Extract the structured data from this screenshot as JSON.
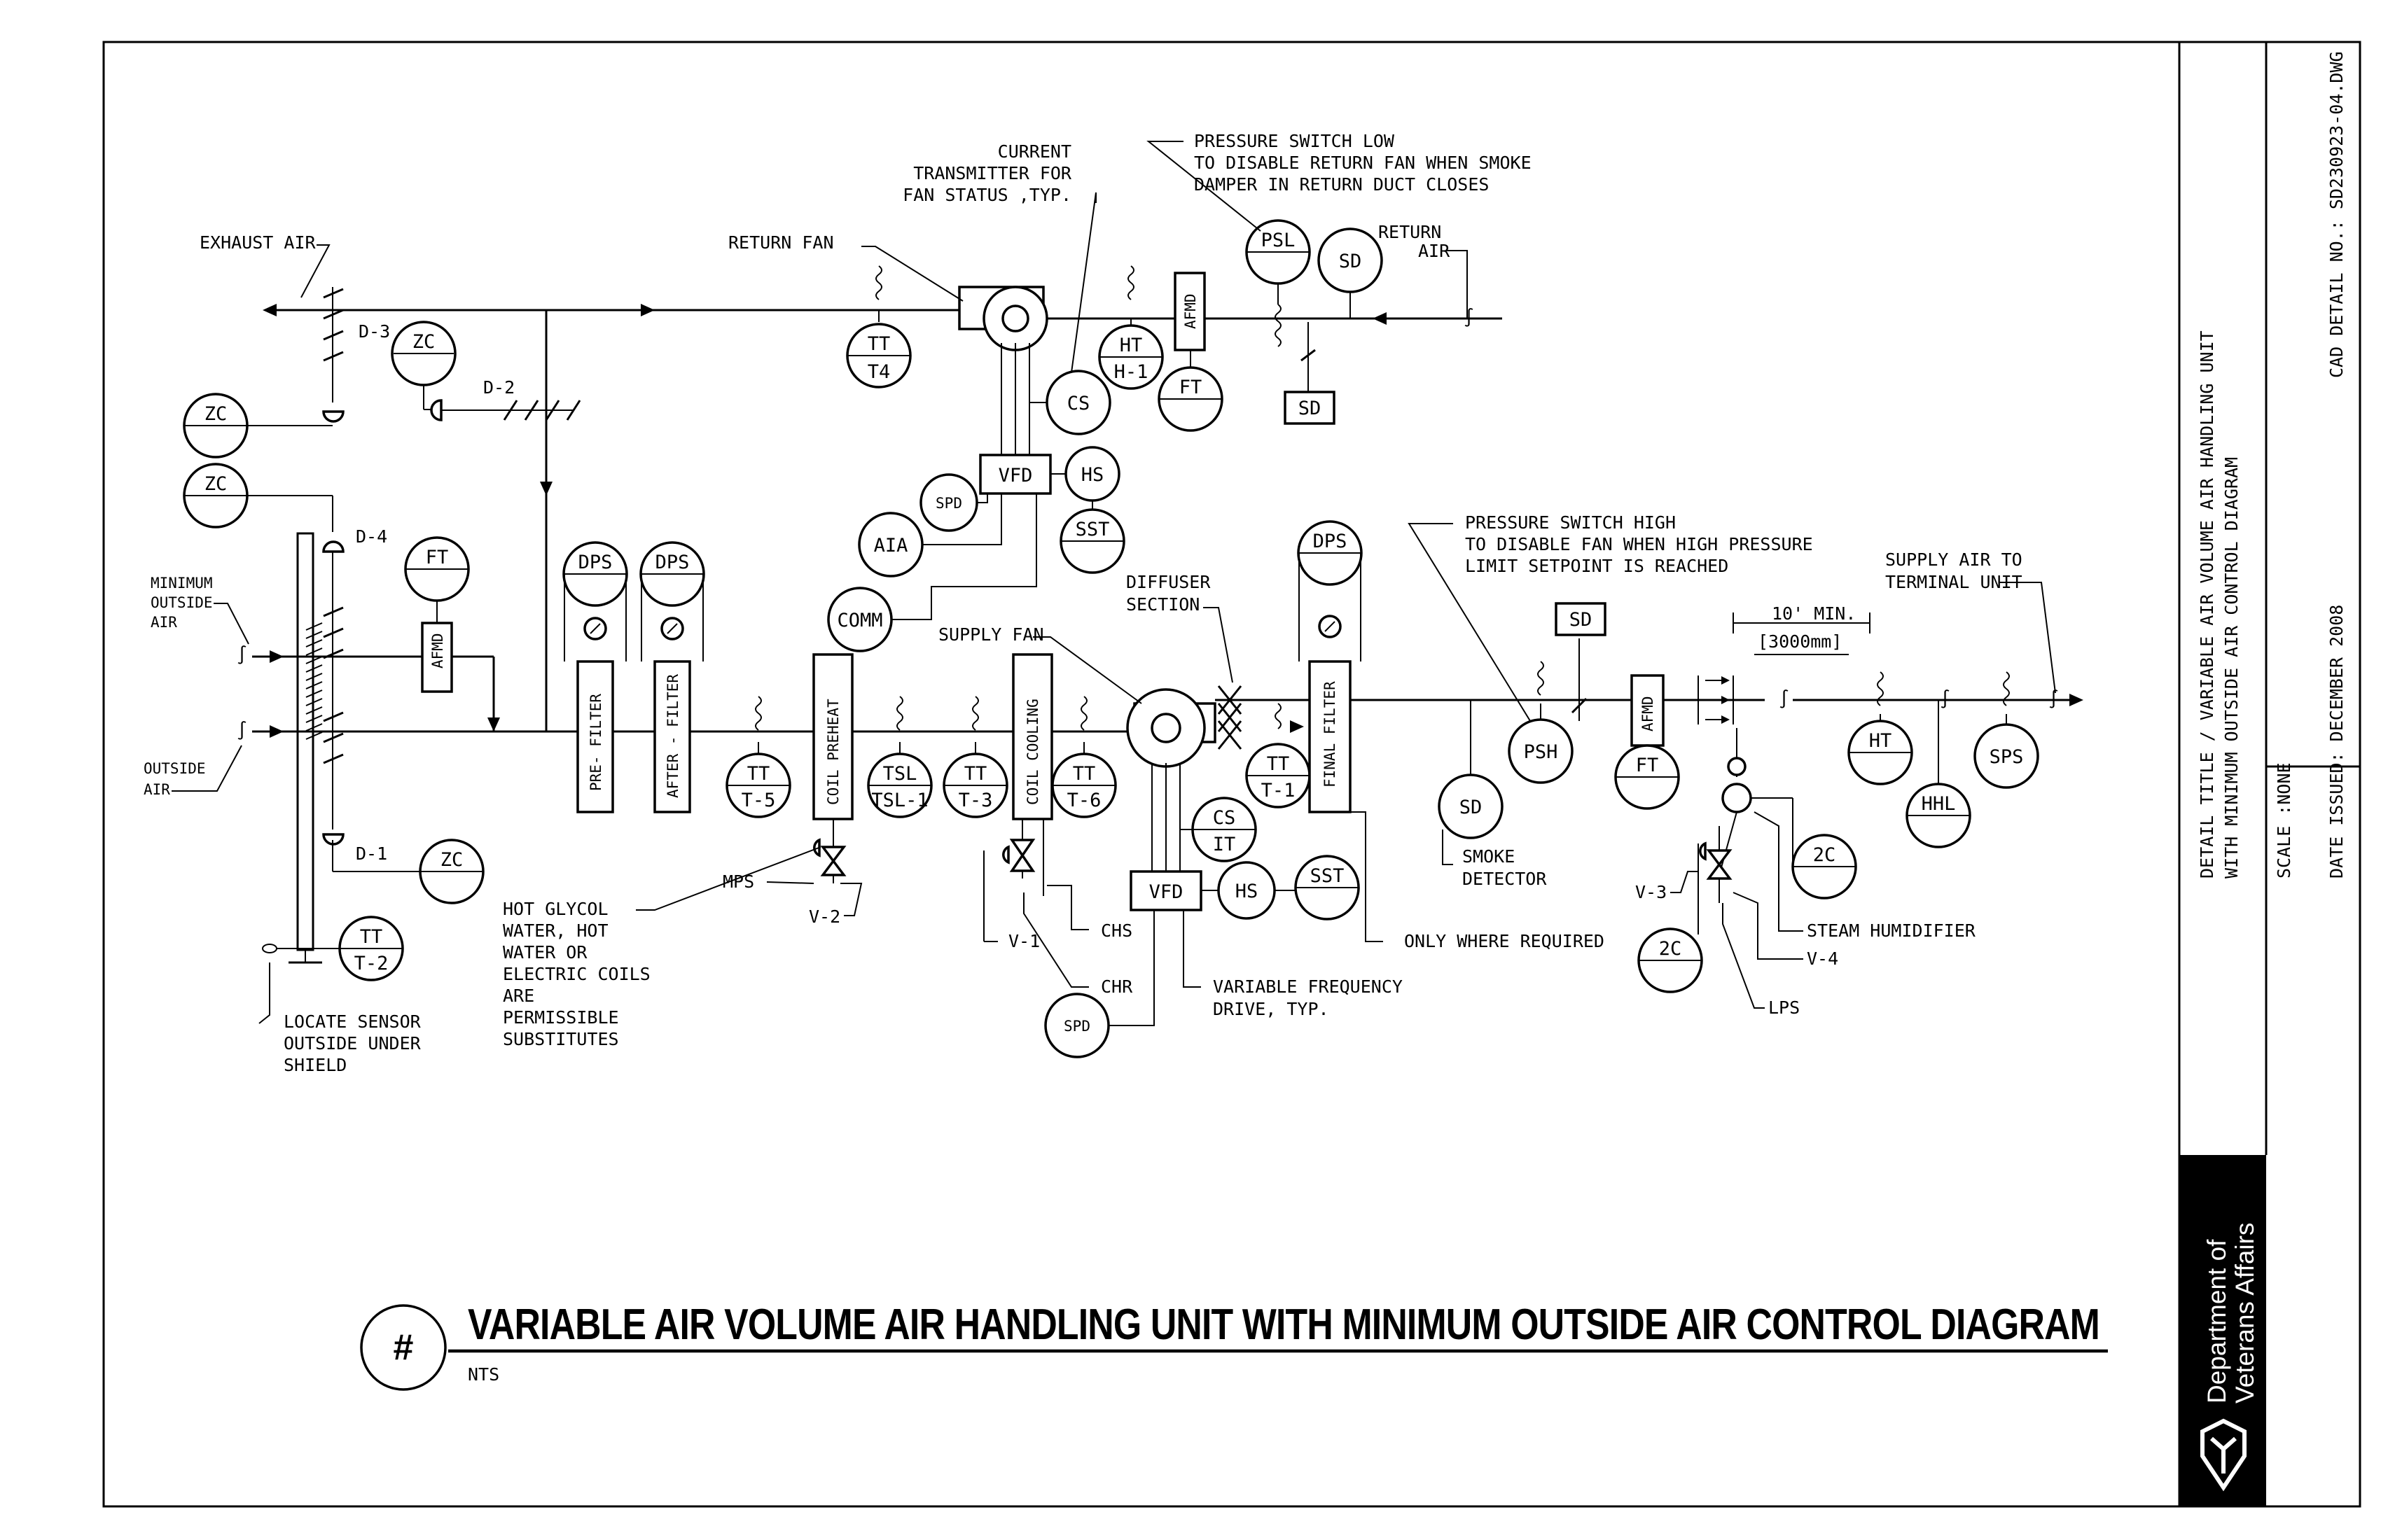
{
  "title": "VARIABLE AIR VOLUME AIR HANDLING UNIT WITH MINIMUM OUTSIDE AIR CONTROL DIAGRAM",
  "scale_note": "NTS",
  "detail_symbol": "#",
  "title_block": {
    "detail_title_line1": "DETAIL TITLE / VARIABLE AIR VOLUME AIR HANDLING UNIT",
    "detail_title_line2": "WITH MINIMUM OUTSIDE AIR CONTROL DIAGRAM",
    "scale": "SCALE :NONE",
    "date_issued": "DATE ISSUED: DECEMBER 2008",
    "cad_detail_no": "CAD DETAIL NO.: SD230923-04.DWG",
    "org_line1": "Department of",
    "org_line2": "Veterans Affairs"
  },
  "notes": {
    "exhaust_air": "EXHAUST AIR",
    "return_fan": "RETURN FAN",
    "current_tx_1": "CURRENT",
    "current_tx_2": "TRANSMITTER FOR",
    "current_tx_3": "FAN STATUS ,TYP.",
    "psl_1": "PRESSURE SWITCH LOW",
    "psl_2": "TO DISABLE RETURN FAN WHEN SMOKE",
    "psl_3": "DAMPER IN RETURN DUCT CLOSES",
    "return_air_1": "RETURN",
    "return_air_2": "AIR",
    "min_oa_1": "MINIMUM",
    "min_oa_2": "OUTSIDE",
    "min_oa_3": "AIR",
    "oa_1": "OUTSIDE",
    "oa_2": "AIR",
    "psh_1": "PRESSURE SWITCH HIGH",
    "psh_2": "TO DISABLE FAN WHEN HIGH PRESSURE",
    "psh_3": "LIMIT SETPOINT IS REACHED",
    "supply_air_1": "SUPPLY AIR TO",
    "supply_air_2": "TERMINAL UNIT",
    "diffuser_1": "DIFFUSER",
    "diffuser_2": "SECTION",
    "supply_fan": "SUPPLY FAN",
    "ten_min": "10' MIN.",
    "mm": "[3000mm]",
    "hot_glycol_1": "HOT GLYCOL",
    "hot_glycol_2": "WATER, HOT",
    "hot_glycol_3": "WATER OR",
    "hot_glycol_4": "ELECTRIC COILS",
    "hot_glycol_5": "ARE",
    "hot_glycol_6": "PERMISSIBLE",
    "hot_glycol_7": "SUBSTITUTES",
    "locate_1": "LOCATE SENSOR",
    "locate_2": "OUTSIDE UNDER",
    "locate_3": "SHIELD",
    "mps": "MPS",
    "v2": "V-2",
    "v1": "V-1",
    "chs": "CHS",
    "chr": "CHR",
    "vfd_note_1": "VARIABLE FREQUENCY",
    "vfd_note_2": "DRIVE, TYP.",
    "only_where": "ONLY WHERE REQUIRED",
    "smoke_1": "SMOKE",
    "smoke_2": "DETECTOR",
    "steam_hum": "STEAM HUMIDIFIER",
    "v4": "V-4",
    "v3": "V-3",
    "lps": "LPS",
    "d1": "D-1",
    "d2": "D-2",
    "d3": "D-3",
    "d4": "D-4"
  },
  "components": {
    "pre_filter": "PRE- FILTER",
    "after_filter": "AFTER - FILTER",
    "coil_preheat": "COIL PREHEAT",
    "coil_cooling": "COIL COOLING",
    "final_filter": "FINAL FILTER",
    "afmd": "AFMD",
    "vfd": "VFD"
  },
  "instruments": {
    "zc": "ZC",
    "ft": "FT",
    "tt": "TT",
    "t2": "T-2",
    "t3": "T-3",
    "t4": "T4",
    "t5": "T-5",
    "t6": "T-6",
    "t1": "T-1",
    "dps": "DPS",
    "ht": "HT",
    "h1": "H-1",
    "cs": "CS",
    "it": "IT",
    "hs": "HS",
    "sst": "SST",
    "spd": "SPD",
    "aia": "AIA",
    "comm": "COMM",
    "psl": "PSL",
    "sd": "SD",
    "tsl": "TSL",
    "tsl1": "TSL-1",
    "psh": "PSH",
    "sps": "SPS",
    "hhl": "HHL",
    "c2": "2C"
  }
}
